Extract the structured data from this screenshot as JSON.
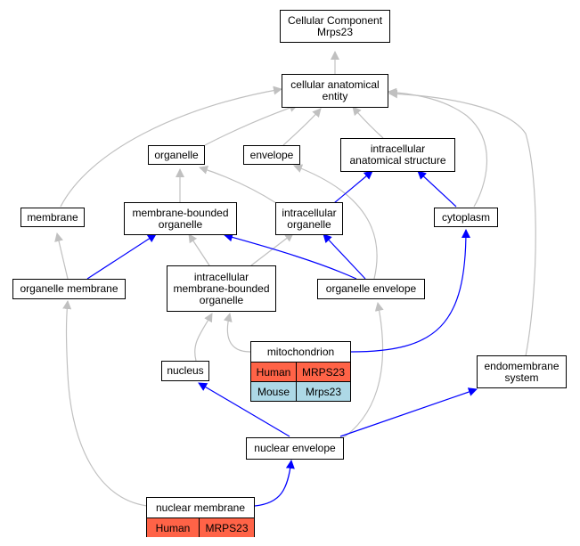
{
  "colors": {
    "gray_edge": "#c0c0c0",
    "blue_edge": "#0000ff",
    "human": "#ff6347",
    "mouse": "#add8e6"
  },
  "nodes": {
    "root": "Cellular Component\nMrps23",
    "cae": "cellular anatomical\nentity",
    "organelle": "organelle",
    "envelope": "envelope",
    "ias": "intracellular\nanatomical structure",
    "membrane": "membrane",
    "mbo": "membrane-bounded\norganelle",
    "io": "intracellular\norganelle",
    "cytoplasm": "cytoplasm",
    "om": "organelle membrane",
    "imbo": "intracellular\nmembrane-bounded\norganelle",
    "oe": "organelle envelope",
    "nucleus": "nucleus",
    "es": "endomembrane\nsystem",
    "ne": "nuclear envelope"
  },
  "tables": {
    "mito": {
      "title": "mitochondrion",
      "rows": [
        {
          "species": "Human",
          "gene": "MRPS23",
          "color": "#ff6347"
        },
        {
          "species": "Mouse",
          "gene": "Mrps23",
          "color": "#add8e6"
        }
      ]
    },
    "nm": {
      "title": "nuclear membrane",
      "rows": [
        {
          "species": "Human",
          "gene": "MRPS23",
          "color": "#ff6347"
        }
      ]
    }
  }
}
